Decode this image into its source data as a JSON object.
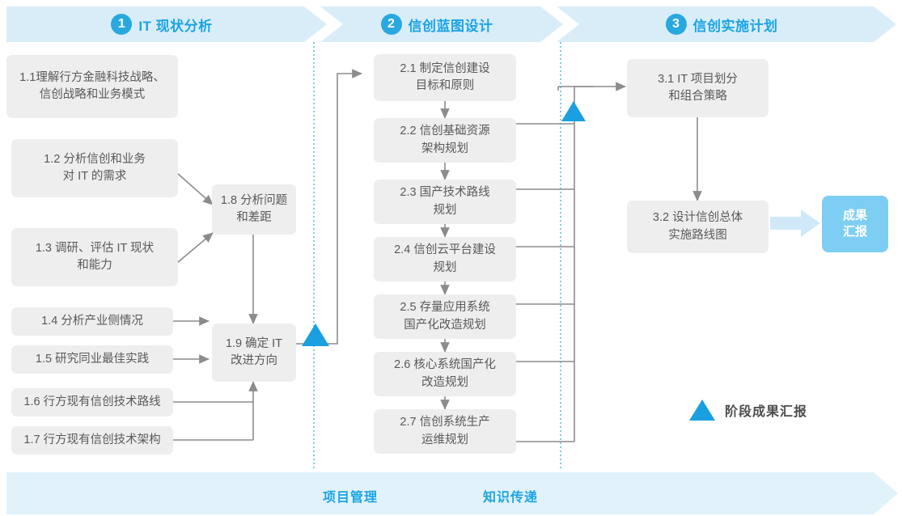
{
  "stages": [
    {
      "num": "1",
      "label": "IT 现状分析"
    },
    {
      "num": "2",
      "label": "信创蓝图设计"
    },
    {
      "num": "3",
      "label": "信创实施计划"
    }
  ],
  "stage1_tasks": [
    {
      "id": "1.1",
      "text": "1.1理解行方金融科技战略、\n信创战略和业务模式"
    },
    {
      "id": "1.2",
      "text": "1.2 分析信创和业务\n对 IT 的需求"
    },
    {
      "id": "1.3",
      "text": "1.3 调研、评估 IT 现状\n和能力"
    },
    {
      "id": "1.4",
      "text": "1.4 分析产业侧情况"
    },
    {
      "id": "1.5",
      "text": "1.5 研究同业最佳实践"
    },
    {
      "id": "1.6",
      "text": "1.6 行方现有信创技术路线"
    },
    {
      "id": "1.7",
      "text": "1.7 行方现有信创技术架构"
    },
    {
      "id": "1.8",
      "text": "1.8 分析问题\n和差距"
    },
    {
      "id": "1.9",
      "text": "1.9 确定 IT\n改进方向"
    }
  ],
  "stage2_tasks": [
    {
      "id": "2.1",
      "text": "2.1 制定信创建设\n目标和原则"
    },
    {
      "id": "2.2",
      "text": "2.2 信创基础资源\n架构规划"
    },
    {
      "id": "2.3",
      "text": "2.3 国产技术路线\n规划"
    },
    {
      "id": "2.4",
      "text": "2.4 信创云平台建设\n规划"
    },
    {
      "id": "2.5",
      "text": "2.5 存量应用系统\n国产化改造规划"
    },
    {
      "id": "2.6",
      "text": "2.6 核心系统国产化\n改造规划"
    },
    {
      "id": "2.7",
      "text": "2.7 信创系统生产\n运维规划"
    }
  ],
  "stage3_tasks": [
    {
      "id": "3.1",
      "text": "3.1 IT 项目划分\n和组合策略"
    },
    {
      "id": "3.2",
      "text": "3.2 设计信创总体\n实施路线图"
    }
  ],
  "result": {
    "label": "成果\n汇报"
  },
  "legend": {
    "label": "阶段成果汇报",
    "icon": "triangle-milestone-icon"
  },
  "bottom_band": {
    "labels": [
      "项目管理",
      "知识传递"
    ]
  },
  "colors": {
    "accent_blue": "#1aa4e6",
    "banner_blue": "#d9edf9",
    "milestone_blue": "#1a9fe0",
    "result_blue": "#7ecef4",
    "box_gray": "#eeeeee",
    "text_gray": "#58595b",
    "connector_gray": "#8c8c8c",
    "divider_blue": "#2aa9e0"
  }
}
